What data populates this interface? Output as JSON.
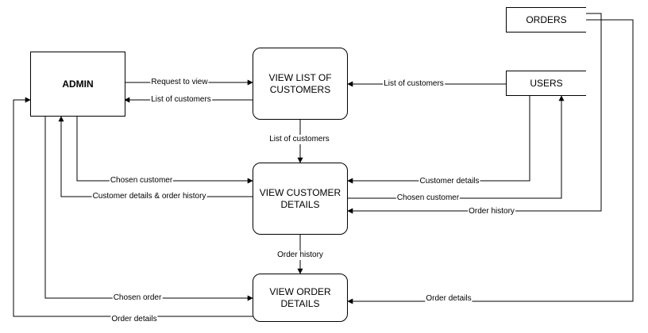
{
  "entities": {
    "admin": "ADMIN"
  },
  "processes": {
    "view_list": "VIEW LIST OF CUSTOMERS",
    "view_customer": "VIEW CUSTOMER DETAILS",
    "view_order": "VIEW ORDER DETAILS"
  },
  "stores": {
    "orders": "ORDERS",
    "users": "USERS"
  },
  "flows": {
    "request_to_view": "Request to view",
    "admin_list_of_customers": "List of customers",
    "users_list_of_customers": "List of customers",
    "list_to_details": "List of customers",
    "chosen_customer_admin": "Chosen customer",
    "customer_details_order_history": "Customer details & order history",
    "customer_details_users": "Customer details",
    "chosen_customer_users": "Chosen customer",
    "order_history_orders": "Order history",
    "order_history_down": "Order history",
    "chosen_order": "Chosen order",
    "order_details_admin": "Order details",
    "order_details_orders": "Order details"
  }
}
